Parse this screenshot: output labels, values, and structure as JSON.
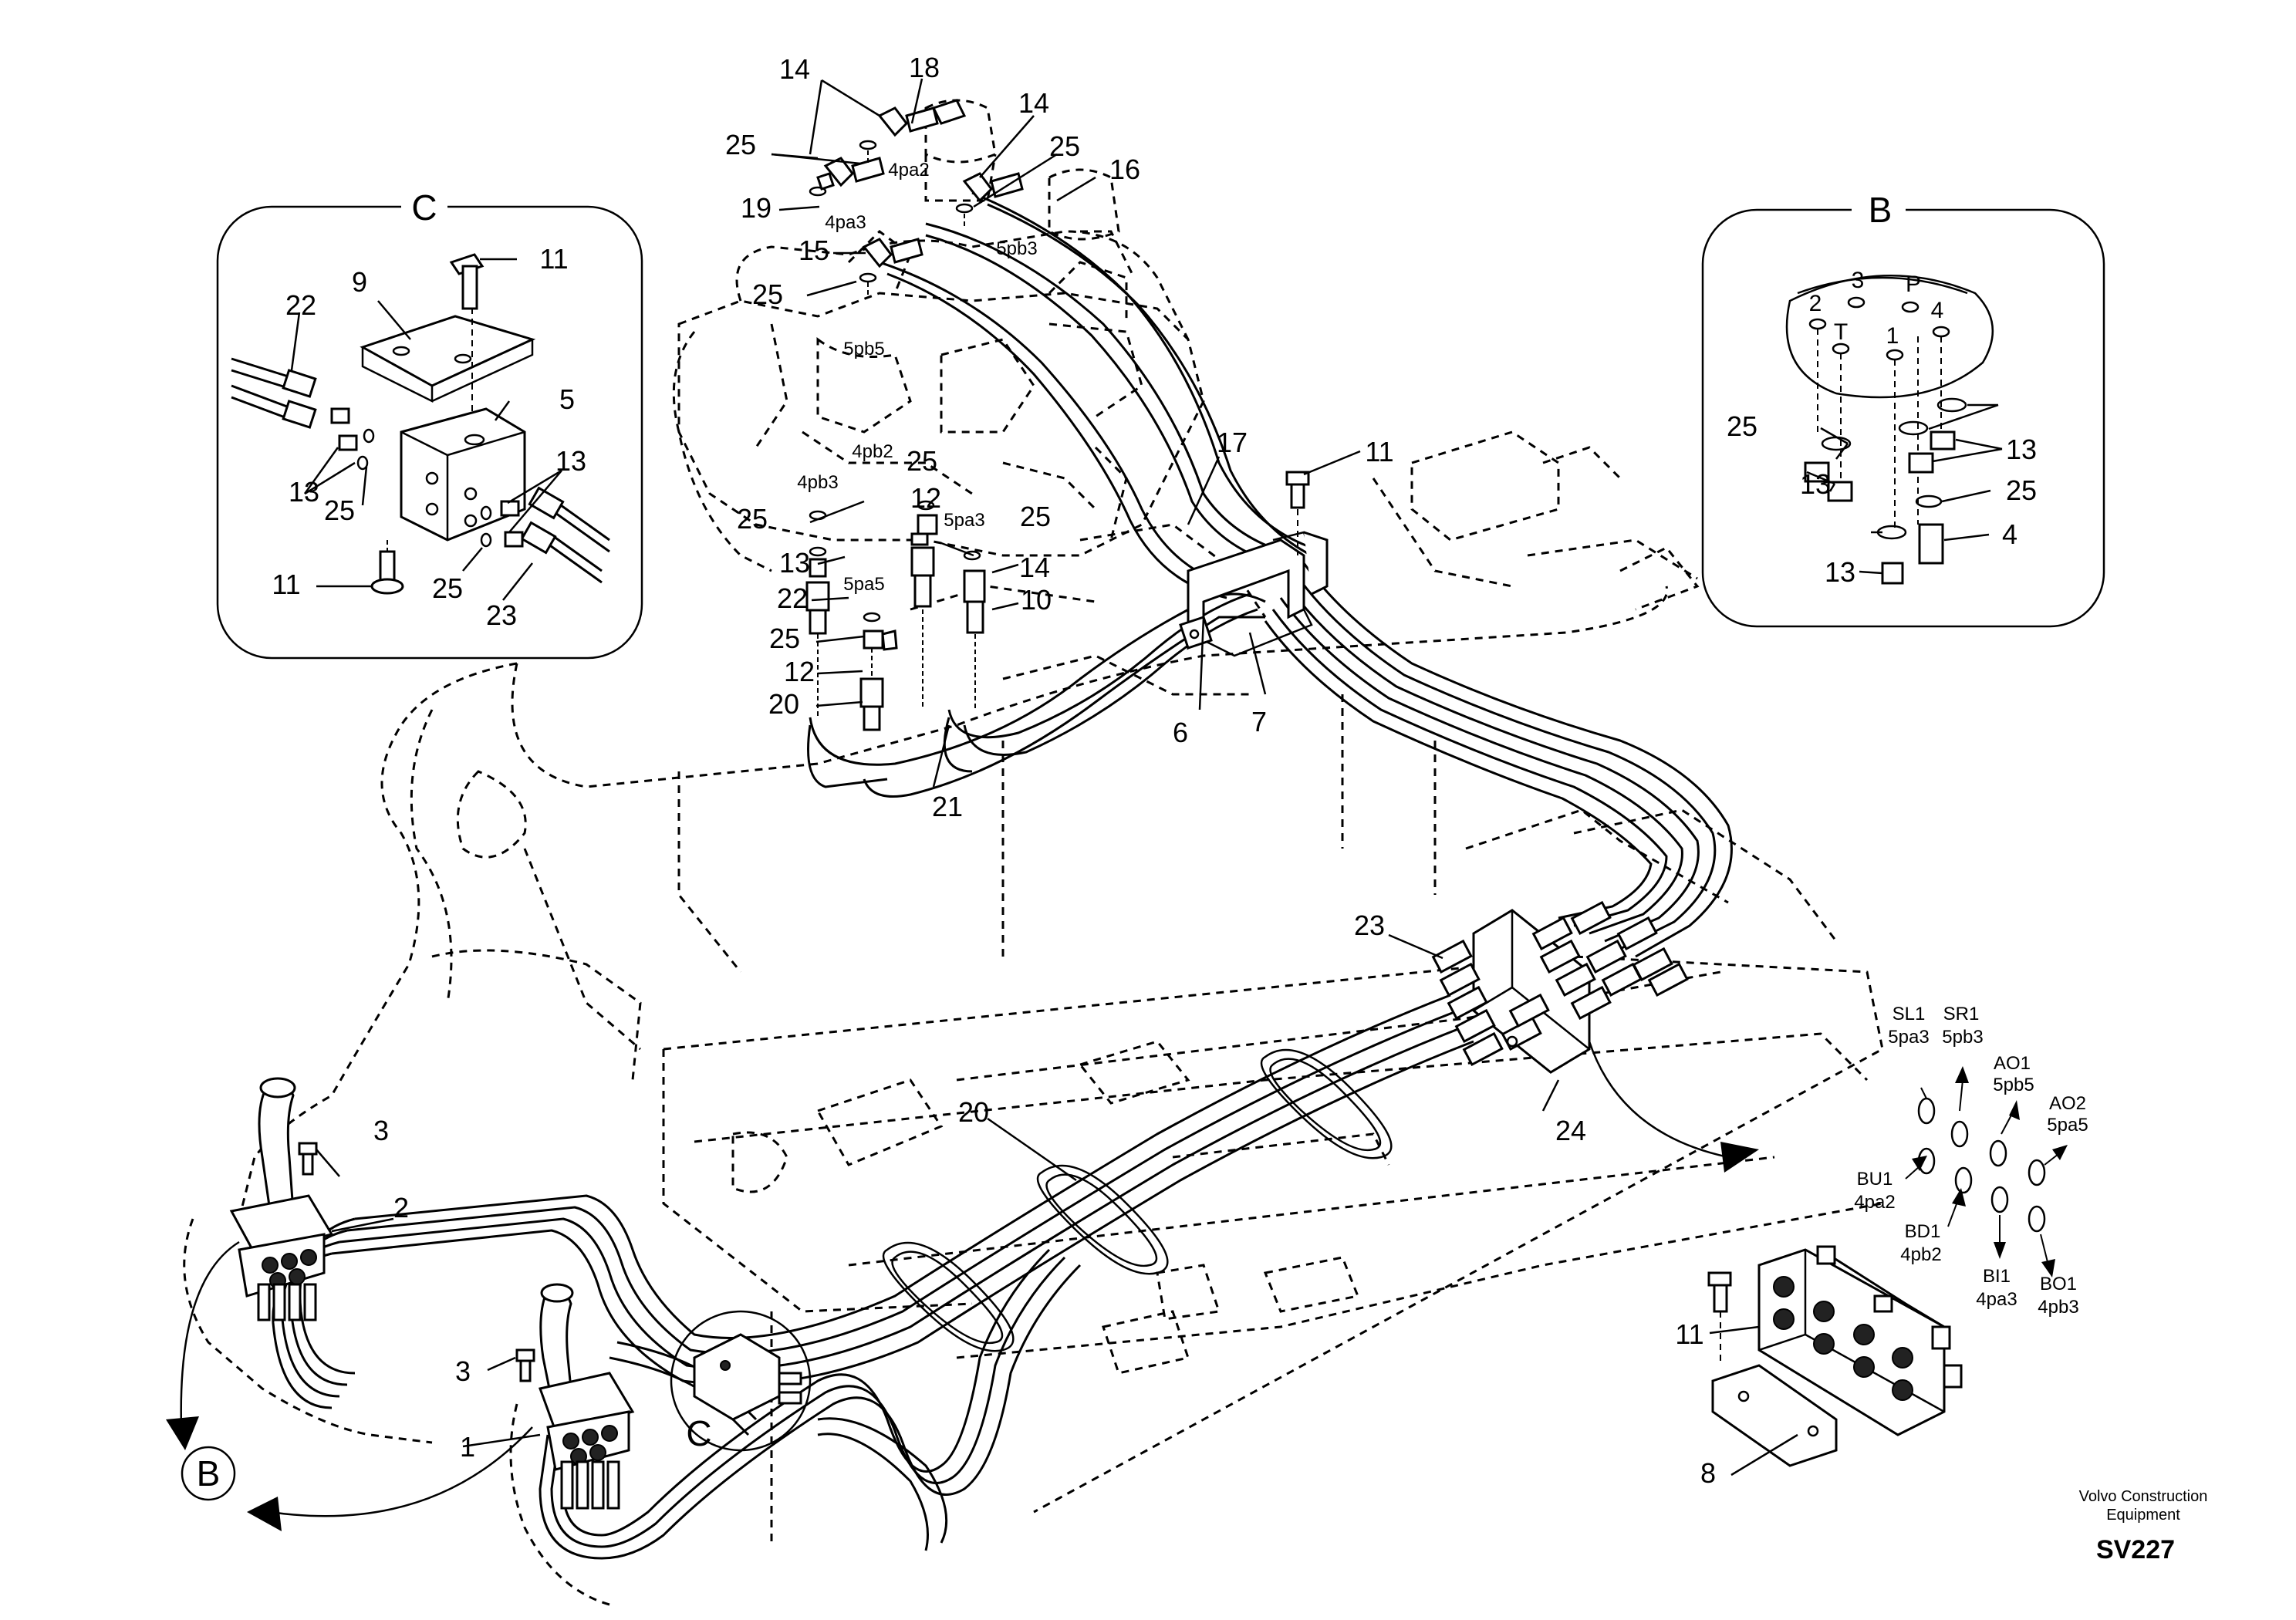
{
  "callouts": {
    "detail_c": "C",
    "detail_b": "B",
    "marker_b": "B",
    "marker_c": "C"
  },
  "detail_b_ports": [
    "2",
    "3",
    "P",
    "4",
    "T",
    "1"
  ],
  "port_labels": [
    "4pa2",
    "4pa3",
    "5pb3",
    "5pb5",
    "4pb2",
    "4pb3",
    "5pa3",
    "5pa5"
  ],
  "part_labels": [
    "1",
    "2",
    "3",
    "3",
    "4",
    "5",
    "6",
    "7",
    "8",
    "9",
    "10",
    "11",
    "11",
    "11",
    "11",
    "12",
    "12",
    "13",
    "13",
    "13",
    "13",
    "13",
    "13",
    "14",
    "14",
    "14",
    "15",
    "16",
    "17",
    "18",
    "19",
    "20",
    "20",
    "21",
    "22",
    "22",
    "23",
    "23",
    "24",
    "25",
    "25",
    "25",
    "25",
    "25",
    "25",
    "25",
    "25",
    "25",
    "25",
    "25"
  ],
  "function_ports": [
    {
      "code": "SL1",
      "port": "5pa3"
    },
    {
      "code": "SR1",
      "port": "5pb3"
    },
    {
      "code": "AO1",
      "port": "5pb5"
    },
    {
      "code": "AO2",
      "port": "5pa5"
    },
    {
      "code": "BU1",
      "port": "4pa2"
    },
    {
      "code": "BD1",
      "port": "4pb2"
    },
    {
      "code": "BI1",
      "port": "4pa3"
    },
    {
      "code": "BO1",
      "port": "4pb3"
    }
  ],
  "footer": {
    "brand_line1": "Volvo Construction",
    "brand_line2": "Equipment",
    "code": "SV227"
  }
}
